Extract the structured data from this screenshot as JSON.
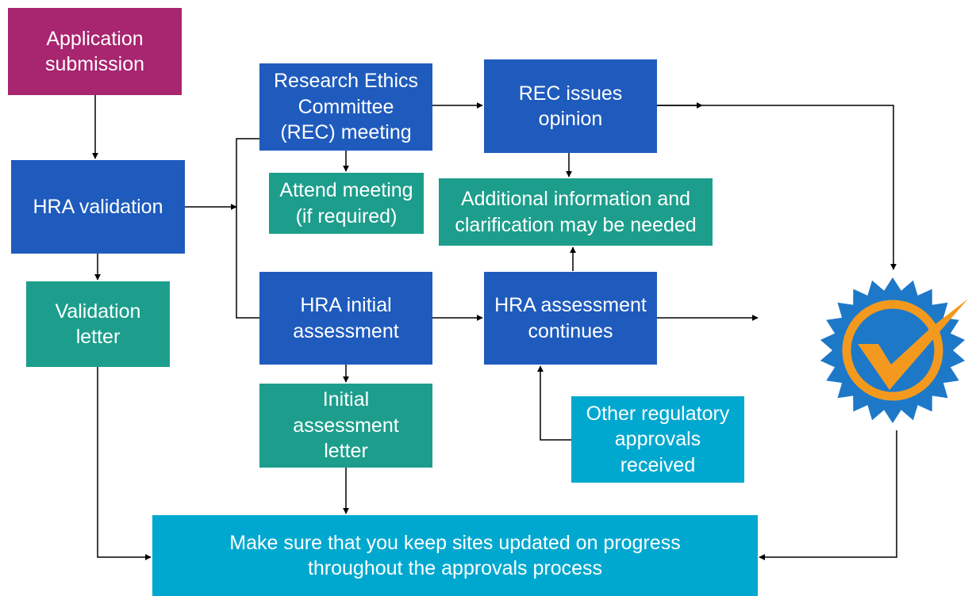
{
  "colors": {
    "submission": "#a8256f",
    "process": "#1f5bbd",
    "output": "#1d9e8c",
    "info": "#00a8cf",
    "badge_blue": "#1e78c8",
    "badge_check": "#f39a1e",
    "arrow": "#000000"
  },
  "nodes": {
    "application_submission": "Application\nsubmission",
    "hra_validation": "HRA validation",
    "validation_letter": "Validation\nletter",
    "rec_meeting": "Research Ethics\nCommittee\n(REC) meeting",
    "attend_meeting": "Attend meeting\n(if required)",
    "rec_issues_opinion": "REC issues\nopinion",
    "additional_info": "Additional information and\nclarification may be needed",
    "hra_initial_assessment": "HRA initial\nassessment",
    "initial_assessment_letter": "Initial\nassessment\nletter",
    "hra_assessment_continues": "HRA assessment\ncontinues",
    "other_regulatory": "Other regulatory\napprovals\nreceived",
    "keep_sites_updated": "Make sure that you keep sites updated on progress\nthroughout the approvals process"
  },
  "badge": {
    "icon": "approval-badge-icon"
  }
}
